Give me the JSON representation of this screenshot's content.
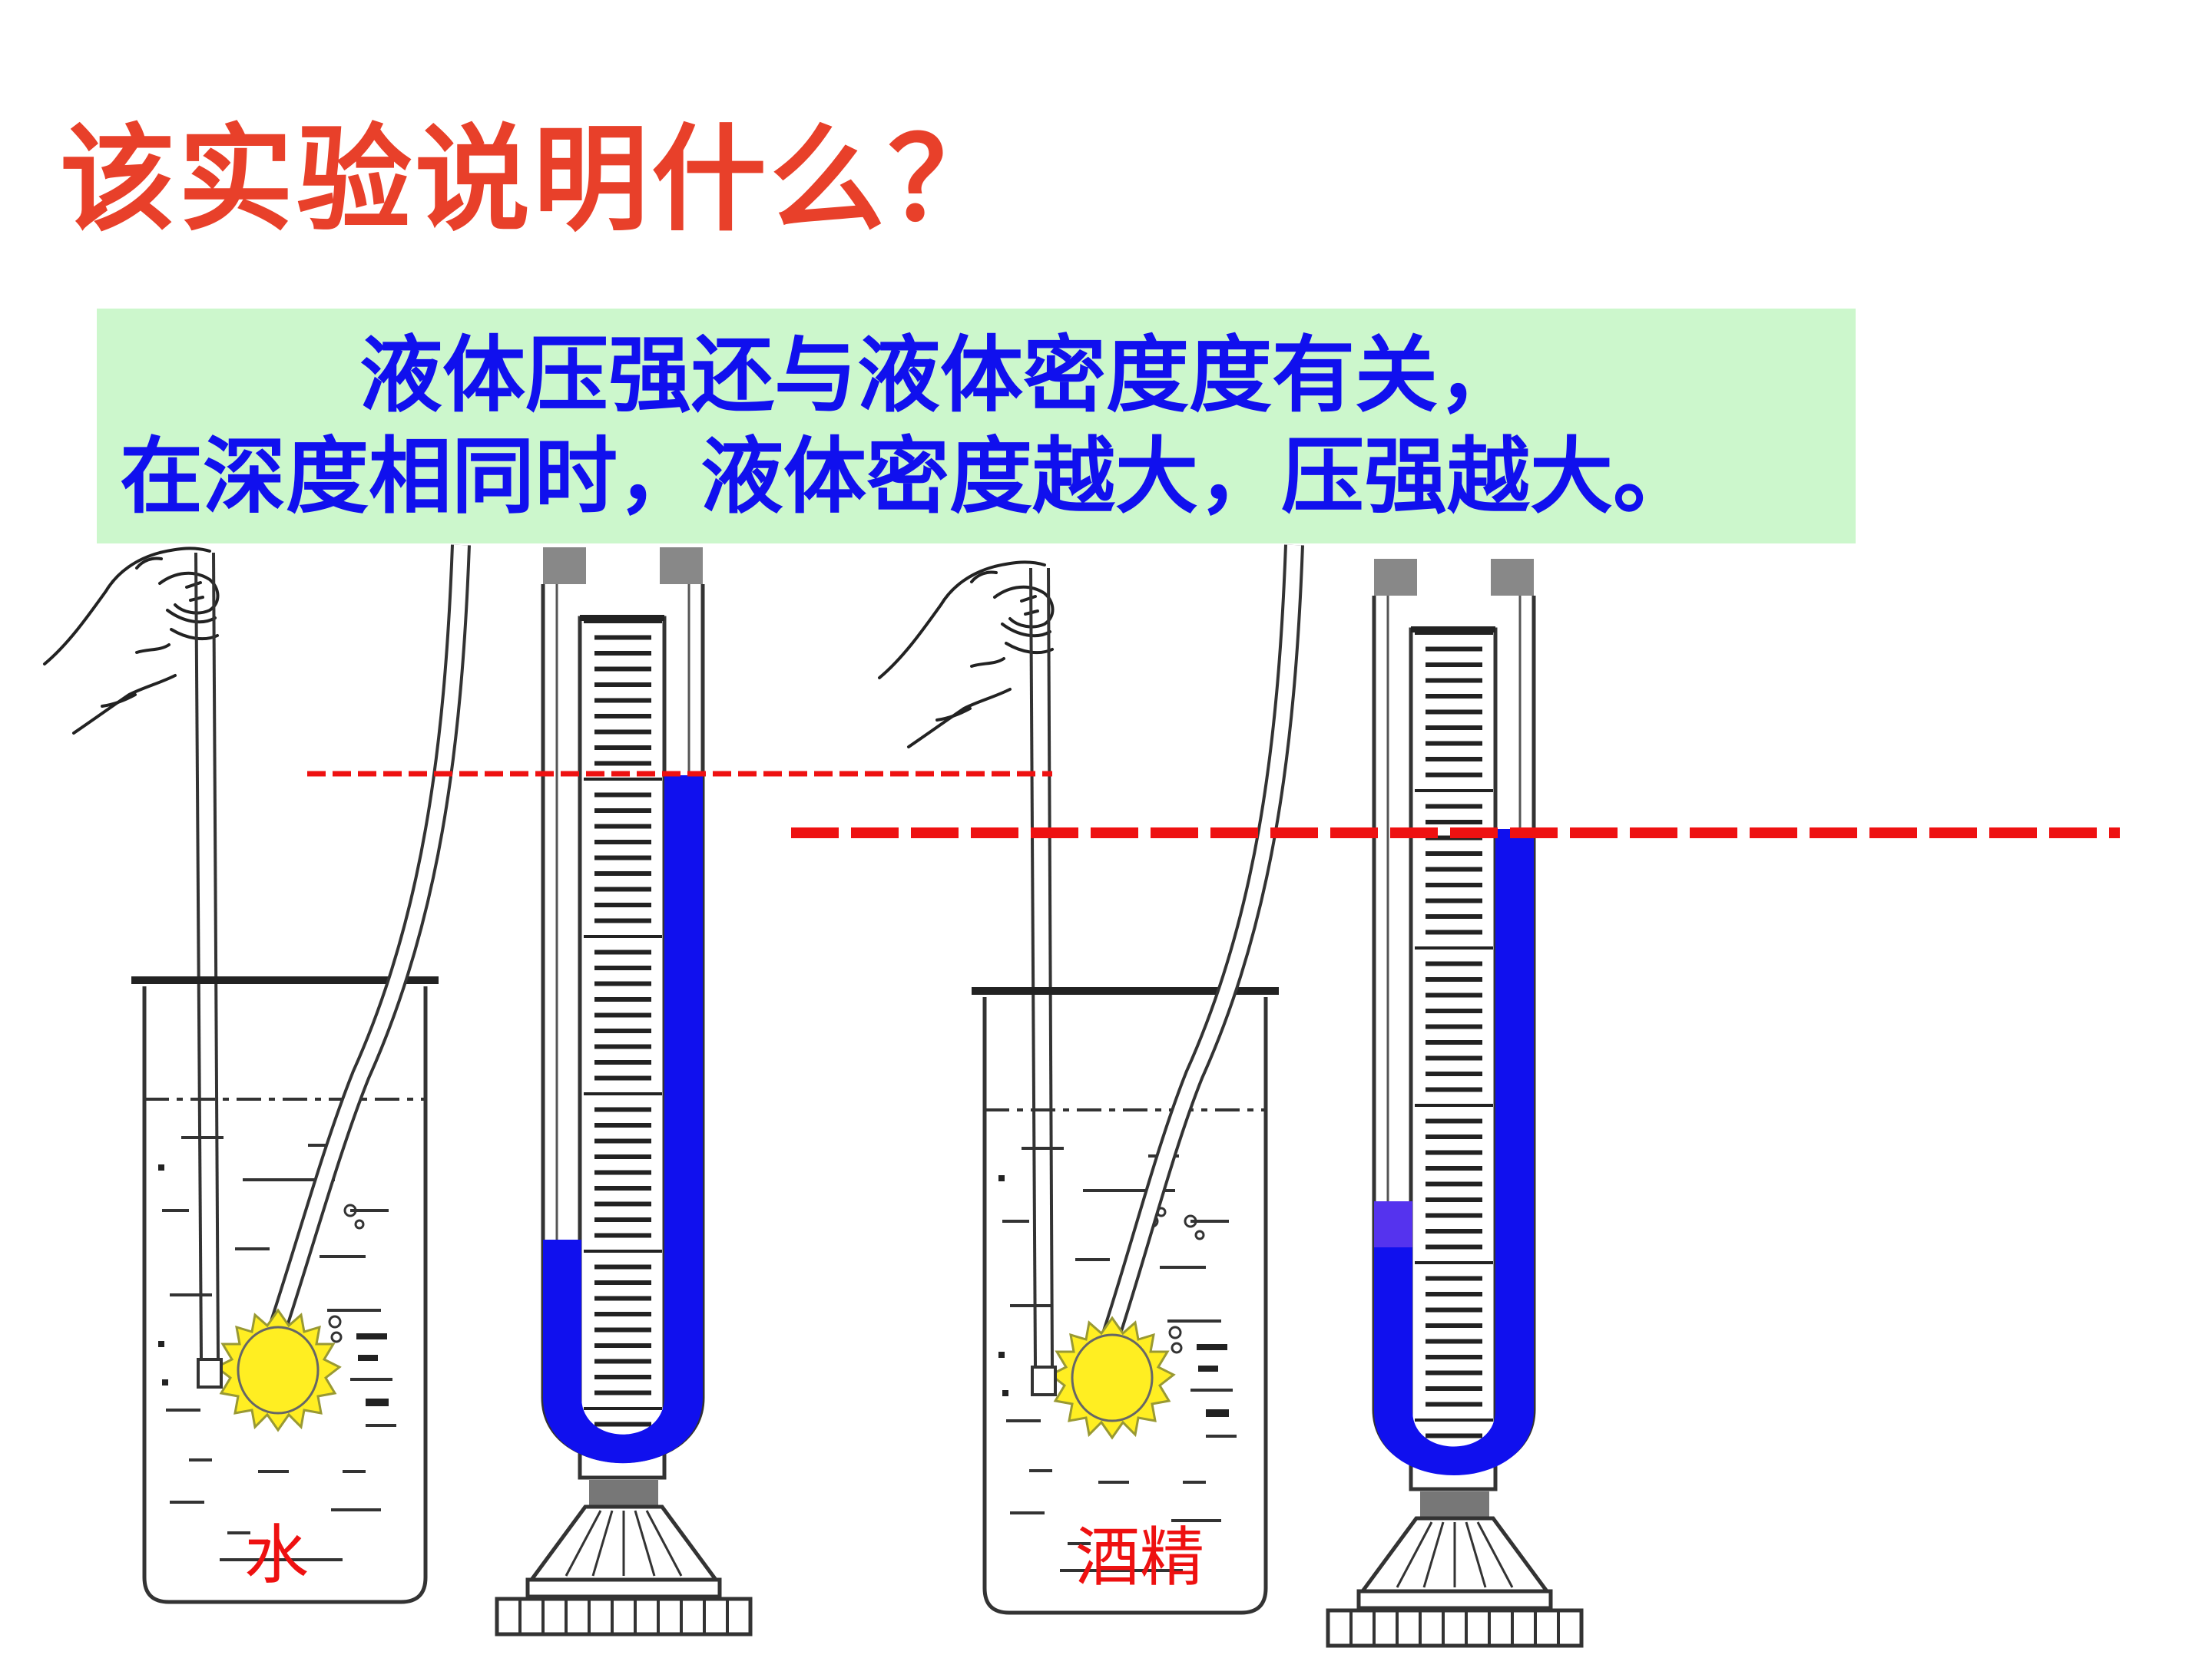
{
  "title": "该实验说明什么？",
  "conclusion": {
    "line1": "液体压强还与液体密度度有关，",
    "line2": "在深度相同时，液体密度越大，压强越大。"
  },
  "experiments": [
    {
      "liquid_label": "水"
    },
    {
      "liquid_label": "酒精"
    }
  ],
  "colors": {
    "title": "#e8402a",
    "conclusion_text": "#1010ee",
    "conclusion_bg": "#ccf7cc",
    "manometer_liquid": "#1010ee",
    "level_line": "#ee1111",
    "probe": "#ffee22"
  }
}
